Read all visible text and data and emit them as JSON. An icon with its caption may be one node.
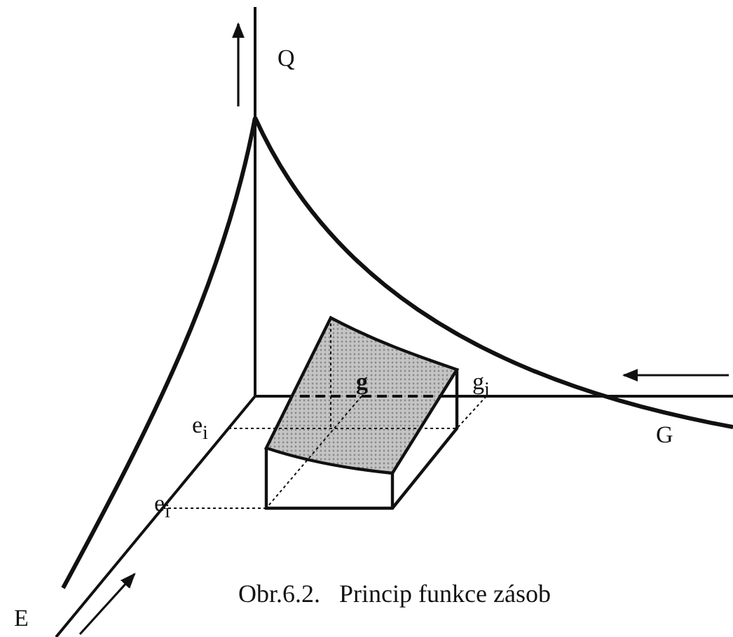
{
  "diagram": {
    "caption": "Obr.6.2.   Princip funkce zásob",
    "labels": [
      "Q",
      "g",
      "g$_{i}$",
      "e$_{i}$",
      "G",
      "e$_{i}$",
      "E"
    ]
  }
}
